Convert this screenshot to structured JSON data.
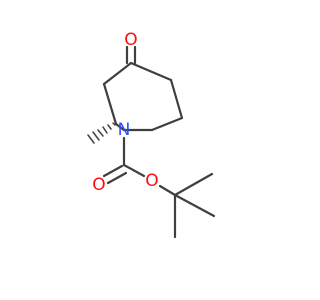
{
  "molecule": {
    "atoms": {
      "ketone_oxygen": {
        "symbol": "O"
      },
      "ring_nitrogen": {
        "symbol": "N"
      },
      "carbonyl_oxygen": {
        "symbol": "O"
      },
      "ester_oxygen": {
        "symbol": "O"
      }
    },
    "colors": {
      "bond": "#3f3f3f",
      "oxygen": "#ff0d0d",
      "nitrogen": "#3050f8"
    }
  }
}
